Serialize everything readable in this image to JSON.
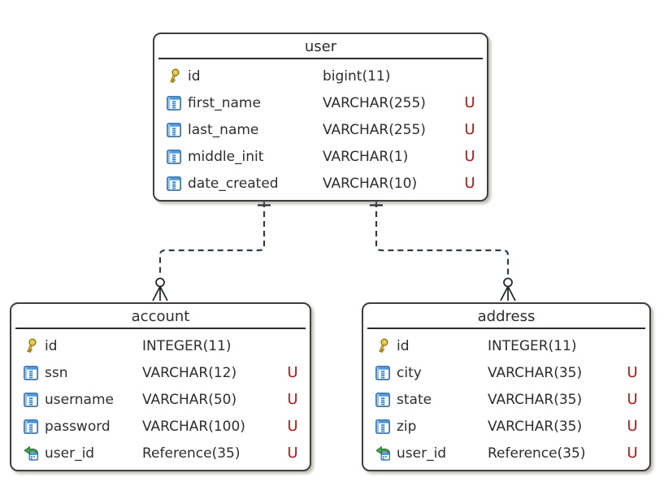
{
  "colors": {
    "table_border": "#3f3f3f",
    "text": "#2d2d2d",
    "unique_flag": "#b21b1b",
    "connector": "#333d49",
    "key_icon": "#edc92f",
    "column_icon": "#3b86c8",
    "fk_arrow": "#3fa14a"
  },
  "tables": [
    {
      "name": "user",
      "columns": [
        {
          "icon": "primary-key",
          "name": "id",
          "type": "bigint(11)",
          "flag": ""
        },
        {
          "icon": "column",
          "name": "first_name",
          "type": "VARCHAR(255)",
          "flag": "U"
        },
        {
          "icon": "column",
          "name": "last_name",
          "type": "VARCHAR(255)",
          "flag": "U"
        },
        {
          "icon": "column",
          "name": "middle_init",
          "type": "VARCHAR(1)",
          "flag": "U"
        },
        {
          "icon": "column",
          "name": "date_created",
          "type": "VARCHAR(10)",
          "flag": "U"
        }
      ]
    },
    {
      "name": "account",
      "columns": [
        {
          "icon": "primary-key",
          "name": "id",
          "type": "INTEGER(11)",
          "flag": ""
        },
        {
          "icon": "column",
          "name": "ssn",
          "type": "VARCHAR(12)",
          "flag": "U"
        },
        {
          "icon": "column",
          "name": "username",
          "type": "VARCHAR(50)",
          "flag": "U"
        },
        {
          "icon": "column",
          "name": "password",
          "type": "VARCHAR(100)",
          "flag": "U"
        },
        {
          "icon": "foreign-key",
          "name": "user_id",
          "type": "Reference(35)",
          "flag": "U"
        }
      ]
    },
    {
      "name": "address",
      "columns": [
        {
          "icon": "primary-key",
          "name": "id",
          "type": "INTEGER(11)",
          "flag": ""
        },
        {
          "icon": "column",
          "name": "city",
          "type": "VARCHAR(35)",
          "flag": "U"
        },
        {
          "icon": "column",
          "name": "state",
          "type": "VARCHAR(35)",
          "flag": "U"
        },
        {
          "icon": "column",
          "name": "zip",
          "type": "VARCHAR(35)",
          "flag": "U"
        },
        {
          "icon": "foreign-key",
          "name": "user_id",
          "type": "Reference(35)",
          "flag": "U"
        }
      ]
    }
  ],
  "relationships": [
    {
      "from": "user",
      "to": "account",
      "from_end": "one",
      "to_end": "zero-or-many",
      "line_style": "dashed"
    },
    {
      "from": "user",
      "to": "address",
      "from_end": "one",
      "to_end": "zero-or-many",
      "line_style": "dashed"
    }
  ]
}
